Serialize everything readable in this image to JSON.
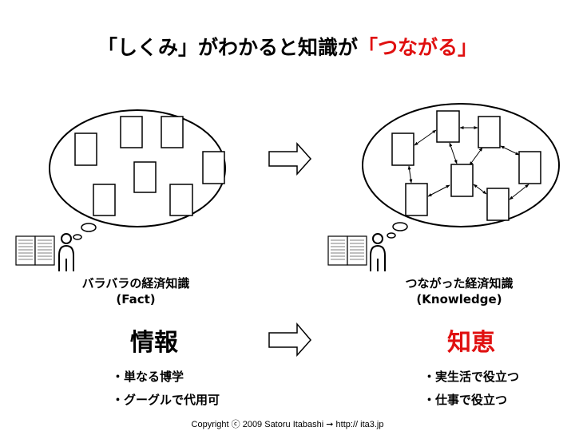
{
  "title": {
    "prefix": "「しくみ」がわかると知識が",
    "highlight": "「つながる」",
    "highlight_color": "#e01010"
  },
  "left": {
    "caption_line1": "バラバラの経済知識",
    "caption_line2": "(Fact)",
    "label": "情報",
    "bullets": [
      "・単なる博学",
      "・グーグルで代用可"
    ]
  },
  "right": {
    "caption_line1": "つながった経済知識",
    "caption_line2": "(Knowledge)",
    "label": "知恵",
    "label_color": "#e01010",
    "bullets": [
      "・実生活で役立つ",
      "・仕事で役立つ"
    ]
  },
  "footer": {
    "text": "Copyright ⓒ 2009 Satoru Itabashi ➞ http:// ita3.jp"
  },
  "icons": {
    "book": "open-book-icon",
    "person": "person-icon",
    "arrow": "right-arrow-icon"
  }
}
